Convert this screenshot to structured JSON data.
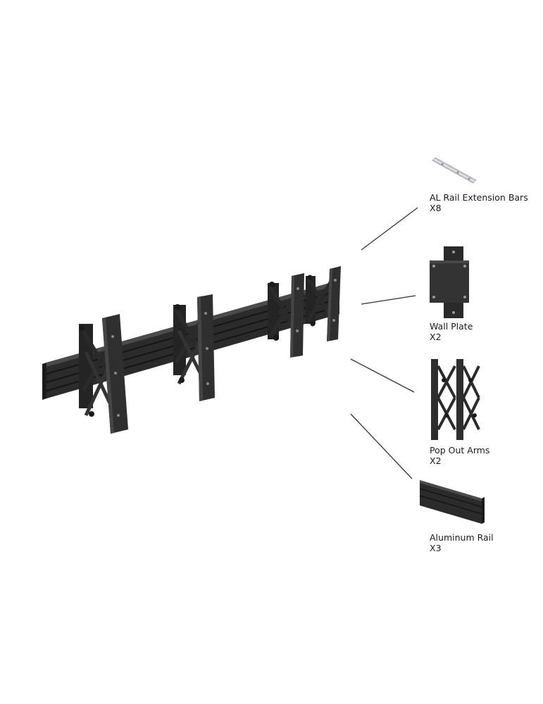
{
  "parts": [
    {
      "id": "extension-bars",
      "name": "AL Rail Extension Bars",
      "qty": "X8"
    },
    {
      "id": "wall-plate",
      "name": "Wall Plate",
      "qty": "X2"
    },
    {
      "id": "pop-out-arms",
      "name": "Pop Out Arms",
      "qty": "X2"
    },
    {
      "id": "aluminum-rail",
      "name": "Aluminum Rail",
      "qty": "X3"
    }
  ],
  "colors": {
    "metal": "#2e2e2e",
    "metal_dark": "#1f1f1f",
    "metal_light": "#4a4a4a",
    "extension_bar": "#c9ccd1",
    "leader_line": "#333333"
  }
}
